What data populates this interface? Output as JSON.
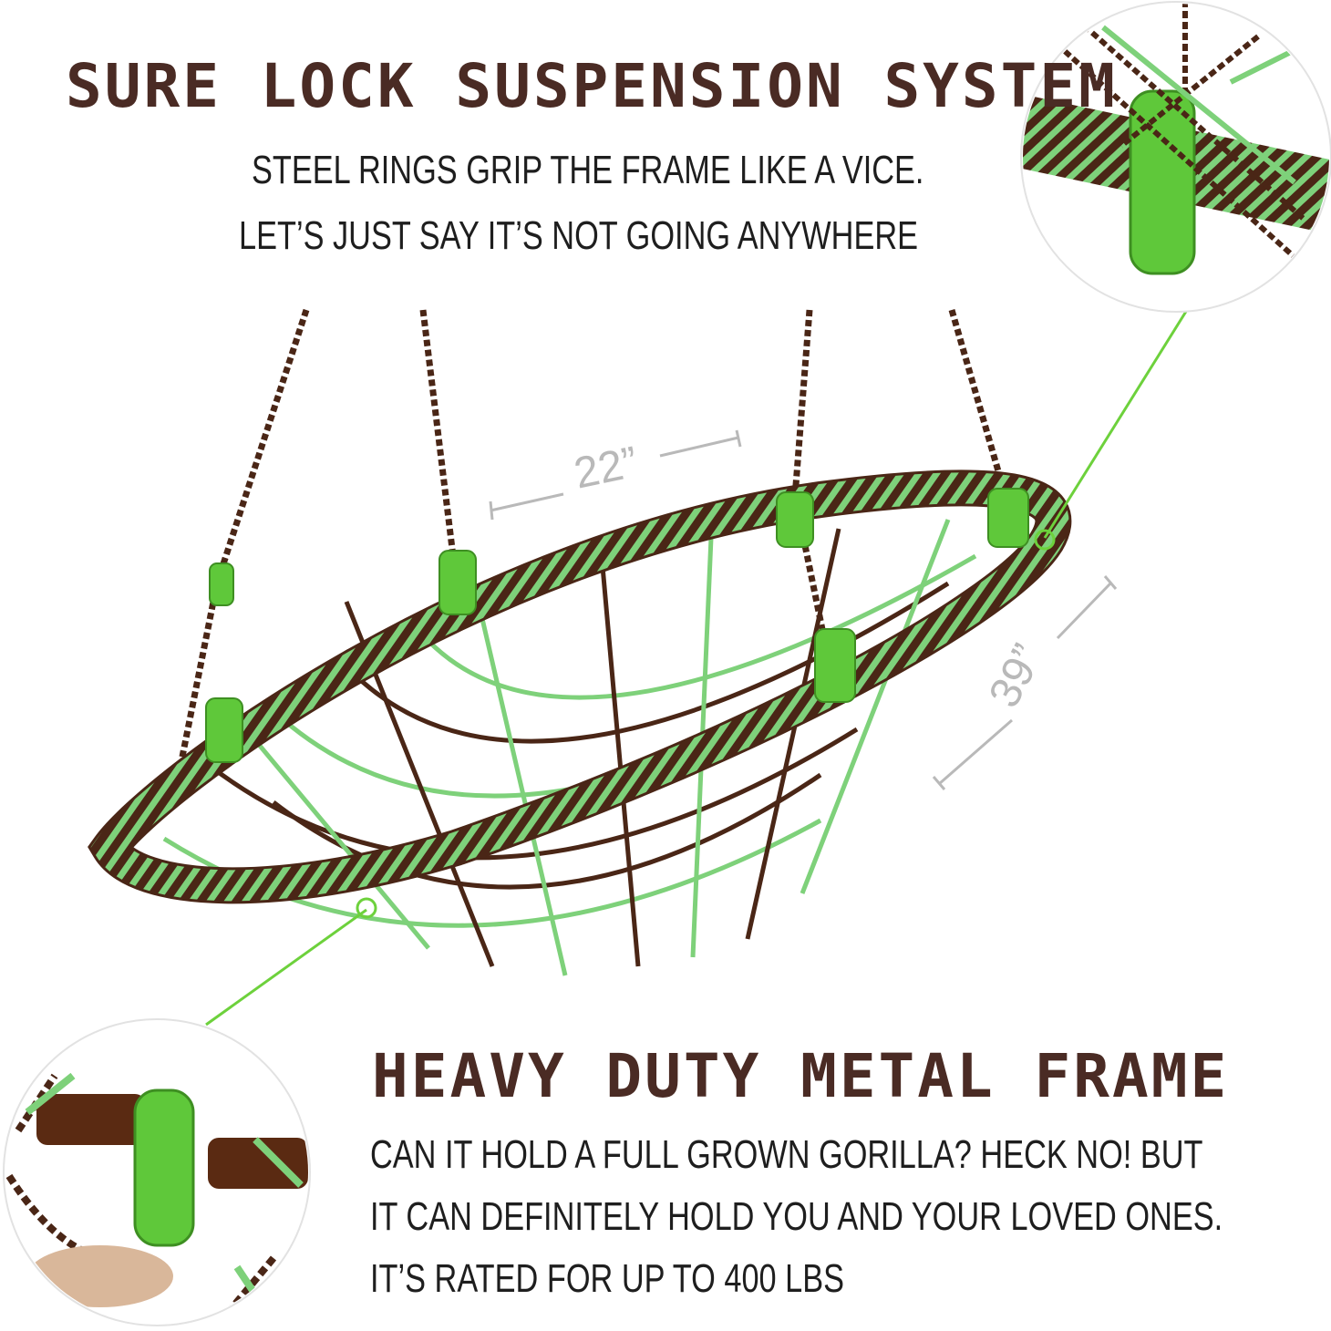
{
  "top_feature": {
    "heading": "SURE LOCK SUSPENSION SYSTEM",
    "lines": [
      "STEEL RINGS GRIP THE FRAME LIKE A VICE.",
      "LET’S JUST SAY IT’S NOT GOING ANYWHERE"
    ]
  },
  "bottom_feature": {
    "heading": "HEAVY DUTY METAL FRAME",
    "lines": [
      "CAN IT HOLD A FULL GROWN GORILLA? HECK NO! BUT",
      "IT CAN DEFINITELY HOLD YOU AND YOUR LOVED ONES.",
      "IT’S RATED FOR UP TO 400 LBS"
    ]
  },
  "dimensions": {
    "width_label": "22”",
    "length_label": "39”"
  },
  "colors": {
    "heading": "#4a2b24",
    "rope_brown": "#4a2616",
    "rope_green": "#7ed17a",
    "accent_green": "#6dd13c",
    "dimension_gray": "#b9b9b9"
  },
  "icons": {
    "swing": "spider-web-swing-illustration",
    "top_detail": "suspension-clip-closeup",
    "bottom_detail": "metal-frame-joint-closeup"
  }
}
